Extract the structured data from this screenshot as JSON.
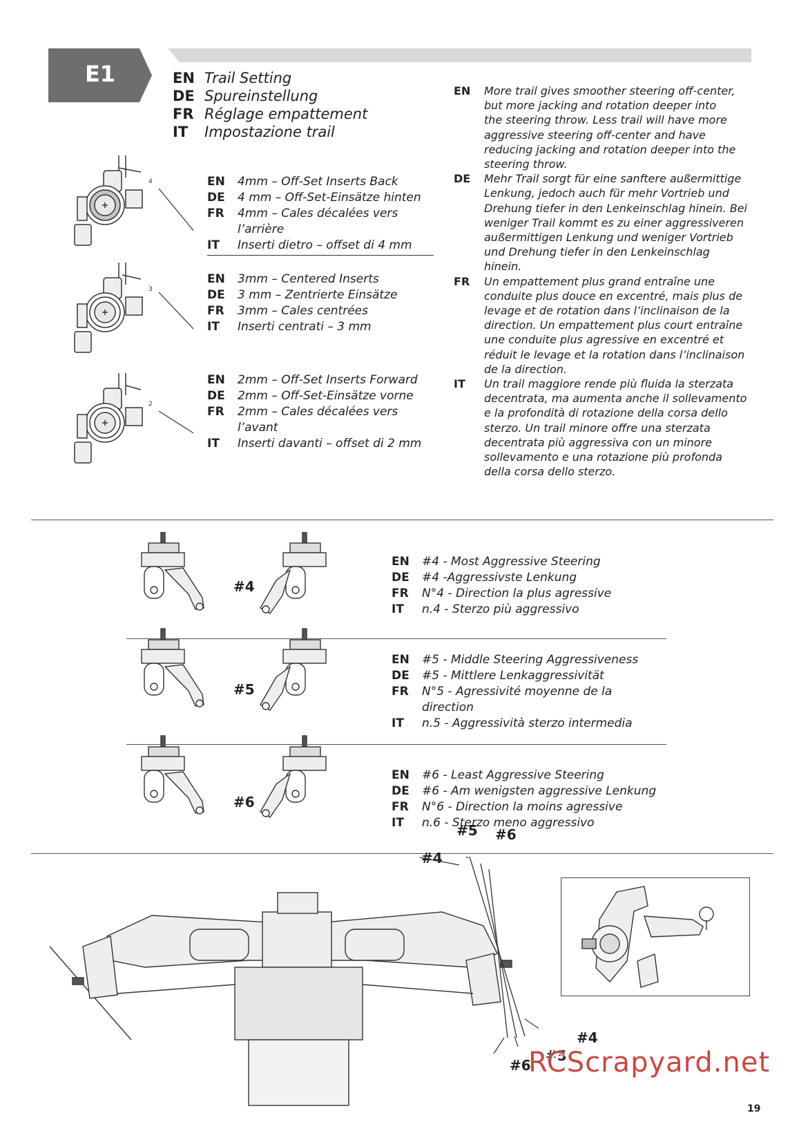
{
  "header": {
    "step": "E1"
  },
  "title": [
    {
      "code": "EN",
      "text": "Trail Setting"
    },
    {
      "code": "DE",
      "text": "Spureinstellung"
    },
    {
      "code": "FR",
      "text": "Réglage empattement"
    },
    {
      "code": "IT",
      "text": "Impostazione trail"
    }
  ],
  "trail_options": [
    {
      "dim": "4",
      "lines": [
        {
          "code": "EN",
          "text": "4mm – Off-Set Inserts Back"
        },
        {
          "code": "DE",
          "text": "4 mm – Off-Set-Einsätze hinten"
        },
        {
          "code": "FR",
          "text": "4mm – Cales décalées vers l’arrière"
        },
        {
          "code": "IT",
          "text": "Inserti dietro – offset di 4 mm"
        }
      ]
    },
    {
      "dim": "3",
      "lines": [
        {
          "code": "EN",
          "text": "3mm – Centered Inserts"
        },
        {
          "code": "DE",
          "text": "3 mm – Zentrierte Einsätze"
        },
        {
          "code": "FR",
          "text": "3mm – Cales centrées"
        },
        {
          "code": "IT",
          "text": "Inserti centrati – 3 mm"
        }
      ]
    },
    {
      "dim": "2",
      "lines": [
        {
          "code": "EN",
          "text": "2mm – Off-Set Inserts Forward"
        },
        {
          "code": "DE",
          "text": "2mm – Off-Set-Einsätze vorne"
        },
        {
          "code": "FR",
          "text": "2mm – Cales décalées vers l’avant"
        },
        {
          "code": "IT",
          "text": "Inserti davanti – offset di 2 mm"
        }
      ]
    }
  ],
  "description": [
    {
      "code": "EN",
      "lines": [
        "More trail gives smoother steering off-center,",
        "but more jacking and rotation deeper into",
        "the steering throw.  Less trail will have more",
        "aggressive steering off-center and have",
        "reducing jacking and rotation deeper into the",
        "steering throw."
      ]
    },
    {
      "code": "DE",
      "lines": [
        "Mehr Trail sorgt für eine sanftere außermittige",
        "Lenkung, jedoch auch für mehr Vortrieb und",
        "Drehung tiefer in den Lenkeinschlag hinein. Bei",
        "weniger Trail kommt es zu einer aggressiveren",
        "außermittigen Lenkung und weniger Vortrieb",
        "und Drehung tiefer in den Lenkeinschlag",
        "hinein."
      ]
    },
    {
      "code": "FR",
      "lines": [
        "Un empattement plus grand entraîne une",
        "conduite plus douce en excentré, mais plus de",
        "levage et de rotation dans l’inclinaison de la",
        "direction. Un empattement plus court entraîne",
        "une conduite plus agressive en excentré et",
        "réduit le levage et la rotation dans l’inclinaison",
        "de la direction."
      ]
    },
    {
      "code": "IT",
      "lines": [
        "Un trail maggiore rende più fluida la sterzata",
        "decentrata, ma aumenta anche il sollevamento",
        "e la profondità di rotazione della corsa dello",
        "sterzo. Un trail minore offre una sterzata",
        "decentrata più aggressiva con un minore",
        "sollevamento e una rotazione più profonda",
        "della corsa dello sterzo."
      ]
    }
  ],
  "steering_options": [
    {
      "label": "#4",
      "lines": [
        {
          "code": "EN",
          "text": "#4 - Most Aggressive Steering"
        },
        {
          "code": "DE",
          "text": "#4 -Aggressivste Lenkung"
        },
        {
          "code": "FR",
          "text": "N°4 - Direction la plus agressive"
        },
        {
          "code": "IT",
          "text": "n.4 - Sterzo più aggressivo"
        }
      ]
    },
    {
      "label": "#5",
      "lines": [
        {
          "code": "EN",
          "text": "#5 - Middle Steering Aggressiveness"
        },
        {
          "code": "DE",
          "text": "#5 - Mittlere Lenkaggressivität"
        },
        {
          "code": "FR",
          "text": "N°5 - Agressivité moyenne de la"
        },
        {
          "code": "",
          "text": "direction"
        },
        {
          "code": "IT",
          "text": "n.5 - Aggressività sterzo intermedia"
        }
      ]
    },
    {
      "label": "#6",
      "lines": [
        {
          "code": "EN",
          "text": "#6 - Least Aggressive Steering"
        },
        {
          "code": "DE",
          "text": "#6 - Am wenigsten aggressive Lenkung"
        },
        {
          "code": "FR",
          "text": "N°6 - Direction la moins agressive"
        },
        {
          "code": "IT",
          "text": "n.6 - Sterzo meno aggressivo"
        }
      ]
    }
  ],
  "diagram_labels": {
    "top_4": "#4",
    "top_5": "#5",
    "top_6": "#6",
    "bottom_4": "#4",
    "bottom_5": "#5",
    "bottom_6": "#6"
  },
  "watermark": "RCScrapyard.net",
  "page_number": "19"
}
